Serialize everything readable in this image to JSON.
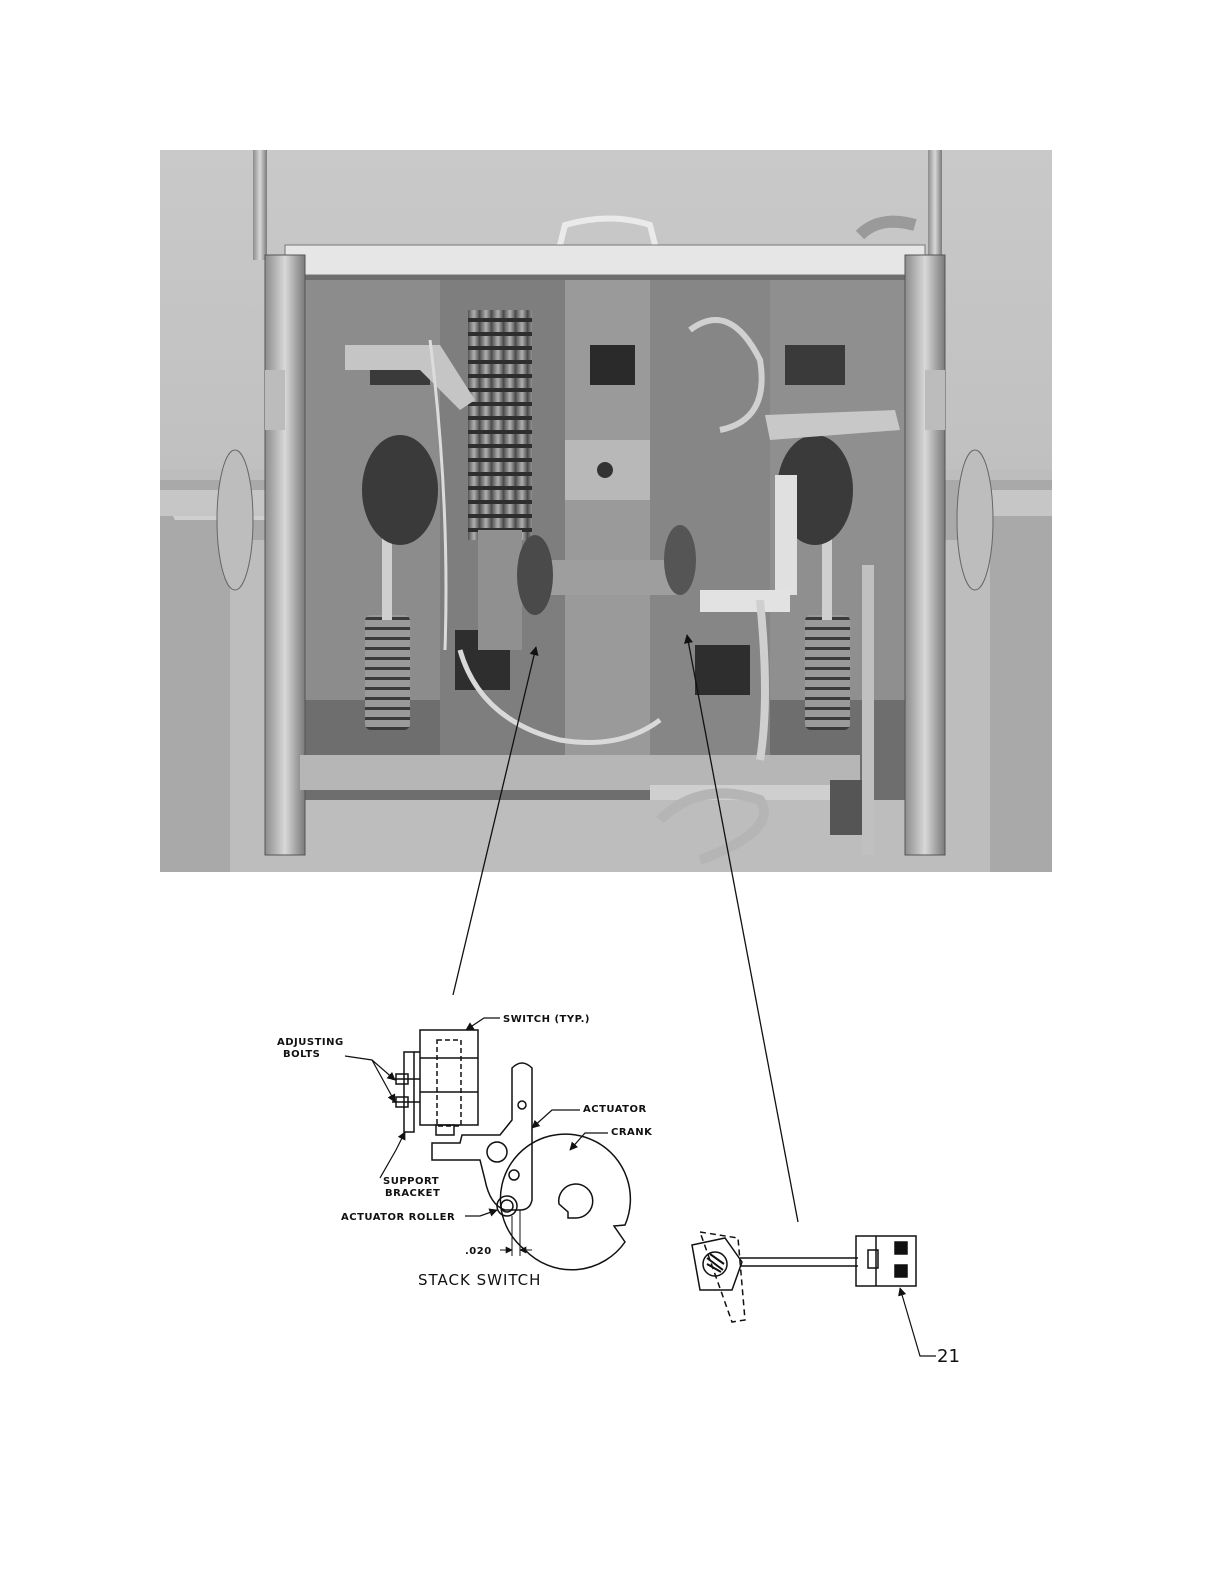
{
  "photo": {
    "description_icon": "breaker-mechanism-photo-icon"
  },
  "stack_switch": {
    "title": "STACK SWITCH",
    "labels": {
      "switch": "SWITCH (TYP.)",
      "adjusting_bolts_line1": "ADJUSTING",
      "adjusting_bolts_line2": "BOLTS",
      "actuator": "ACTUATOR",
      "crank": "CRANK",
      "support_bracket_line1": "SUPPORT",
      "support_bracket_line2": "BRACKET",
      "actuator_roller": "ACTUATOR ROLLER",
      "gap": ".020"
    }
  },
  "part_callout": {
    "number": "21"
  }
}
